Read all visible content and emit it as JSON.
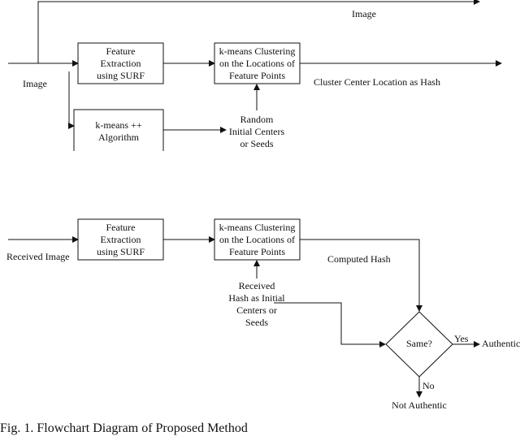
{
  "top_flow": {
    "input_label": "Image",
    "bypass_label": "Image",
    "box_feature": [
      "Feature",
      "Extraction",
      "using SURF"
    ],
    "box_kmeans": [
      "k-means Clustering",
      "on the Locations of",
      "Feature Points"
    ],
    "output_label": "Cluster Center Location as Hash",
    "box_kmeanspp": [
      "k-means ++",
      "Algorithm"
    ],
    "random_seeds": [
      "Random",
      "Initial Centers",
      "or Seeds"
    ]
  },
  "bottom_flow": {
    "input_label": "Received Image",
    "box_feature": [
      "Feature",
      "Extraction",
      "using SURF"
    ],
    "box_kmeans": [
      "k-means Clustering",
      "on the Locations of",
      "Feature Points"
    ],
    "computed_hash": "Computed Hash",
    "received_hash": [
      "Received",
      "Hash as Initial",
      "Centers or",
      "Seeds"
    ],
    "decision": "Same?",
    "yes_label": "Yes",
    "no_label": "No",
    "authentic": "Authentic",
    "not_authentic": "Not Authentic"
  },
  "caption": "Fig. 1.    Flowchart Diagram of Proposed Method"
}
